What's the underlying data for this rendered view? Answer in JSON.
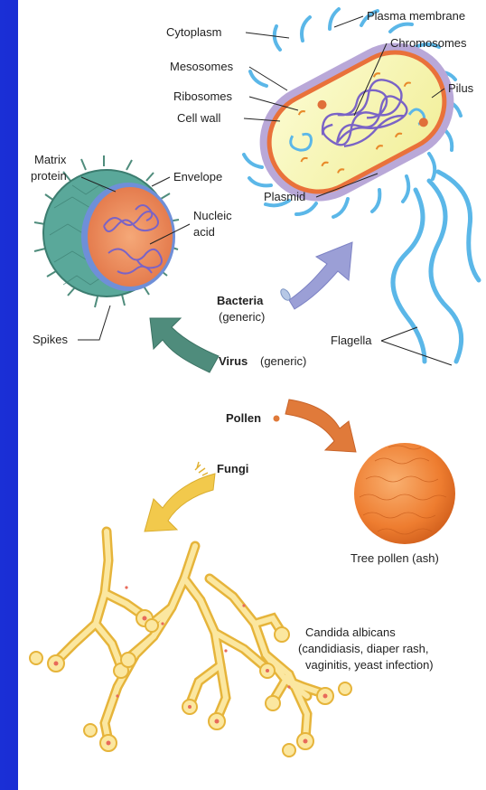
{
  "bacteria": {
    "labels": {
      "cytoplasm": "Cytoplasm",
      "mesosomes": "Mesosomes",
      "ribosomes": "Ribosomes",
      "cell_wall": "Cell wall",
      "plasma_membrane": "Plasma membrane",
      "chromosomes": "Chromosomes",
      "pilus": "Pilus",
      "plasmid": "Plasmid",
      "flagella": "Flagella"
    },
    "title": "Bacteria",
    "subtitle": "(generic)"
  },
  "virus": {
    "labels": {
      "matrix_protein_1": "Matrix",
      "matrix_protein_2": "protein",
      "envelope": "Envelope",
      "nucleic_acid_1": "Nucleic",
      "nucleic_acid_2": "acid",
      "spikes": "Spikes"
    },
    "title": "Virus",
    "subtitle": "(generic)"
  },
  "pollen": {
    "title": "Pollen",
    "caption": "Tree pollen (ash)"
  },
  "fungi": {
    "title": "Fungi",
    "caption_1": "Candida albicans",
    "caption_2": "(candidiasis, diaper rash,",
    "caption_3": "vaginitis, yeast infection)"
  },
  "colors": {
    "background": "#1428c8",
    "bacteria_arrow": "#9b9fd6",
    "virus_arrow": "#4f8c7c",
    "pollen_arrow": "#e07a3a",
    "fungi_arrow": "#f2c94c",
    "flagella": "#5bb7e8",
    "pollen_ball": "#f08a3c",
    "hyphae": "#f6d26a"
  }
}
